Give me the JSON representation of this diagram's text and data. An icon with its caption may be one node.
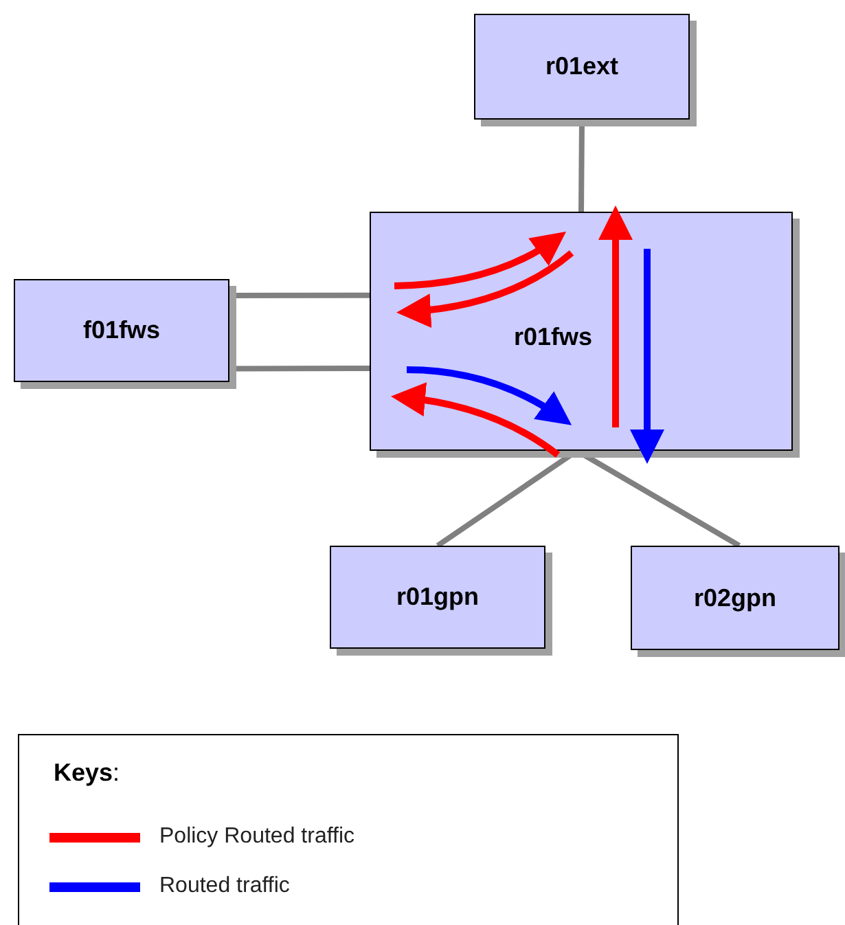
{
  "diagram": {
    "nodes": [
      {
        "text": [
          "r01ext"
        ]
      },
      {
        "text": [
          "f01fws"
        ]
      },
      {
        "text": [
          "r01fws"
        ]
      },
      {
        "text": [
          "r01gpn"
        ]
      },
      {
        "text": [
          "r02gpn"
        ]
      }
    ],
    "edges": [
      {
        "from": 0,
        "to": 2,
        "arrow": "none"
      },
      {
        "from": 1,
        "to": 2,
        "arrow": "none"
      },
      {
        "from": 1,
        "to": 2,
        "arrow": "none"
      },
      {
        "from": 2,
        "to": 3,
        "arrow": "none"
      },
      {
        "from": 2,
        "to": 4,
        "arrow": "none"
      }
    ],
    "labels": [
      "**Keys**:"
    ],
    "legend": [
      {
        "text": "Policy Routed traffic",
        "color": "#ff0000"
      },
      {
        "text": "Routed traffic",
        "color": "#0000ff"
      }
    ]
  }
}
